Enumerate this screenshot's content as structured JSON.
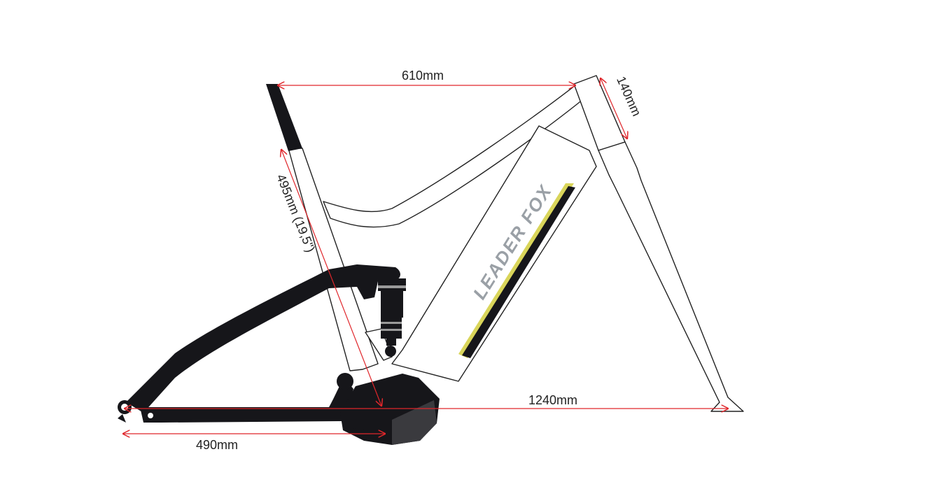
{
  "brand": {
    "logo_text": "LEADER FOX",
    "logo_color": "#9aa0a6"
  },
  "colors": {
    "dimension": "#e0262b",
    "frame_stroke": "#222222",
    "dark_parts": "#16161a",
    "battery_accent": "#d9d55a"
  },
  "dimensions": {
    "top_tube": "610mm",
    "head_tube": "140mm",
    "seat_tube": "495mm (19,5\")",
    "overall_length": "1240mm",
    "chainstay": "490mm"
  }
}
